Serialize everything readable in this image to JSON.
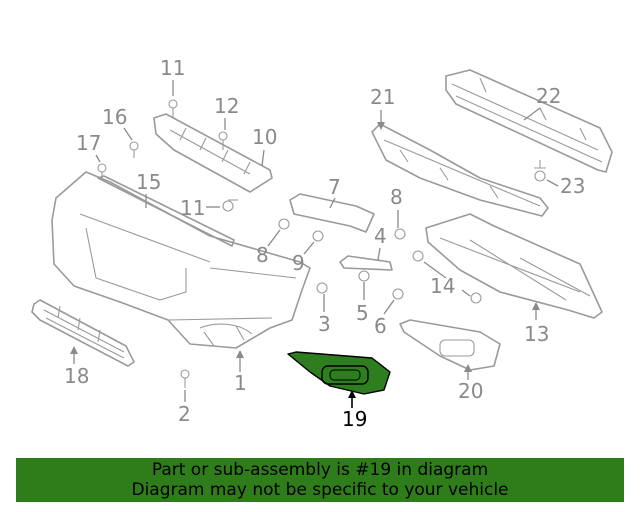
{
  "labels": {
    "l1": "1",
    "l2": "2",
    "l3": "3",
    "l4": "4",
    "l5": "5",
    "l6": "6",
    "l7": "7",
    "l8a": "8",
    "l8b": "8",
    "l9": "9",
    "l10": "10",
    "l11a": "11",
    "l11b": "11",
    "l12": "12",
    "l13": "13",
    "l14": "14",
    "l15": "15",
    "l16": "16",
    "l17": "17",
    "l18": "18",
    "l19": "19",
    "l20": "20",
    "l21": "21",
    "l22": "22",
    "l23": "23"
  },
  "highlighted_part": "19",
  "colors": {
    "highlight": "#2e7d1e",
    "banner": "#2f7d1a",
    "parts": "#9a9a9a"
  },
  "banner": {
    "line1": "Part or sub-assembly is #19 in diagram",
    "line2": "Diagram may not be specific to your vehicle"
  }
}
